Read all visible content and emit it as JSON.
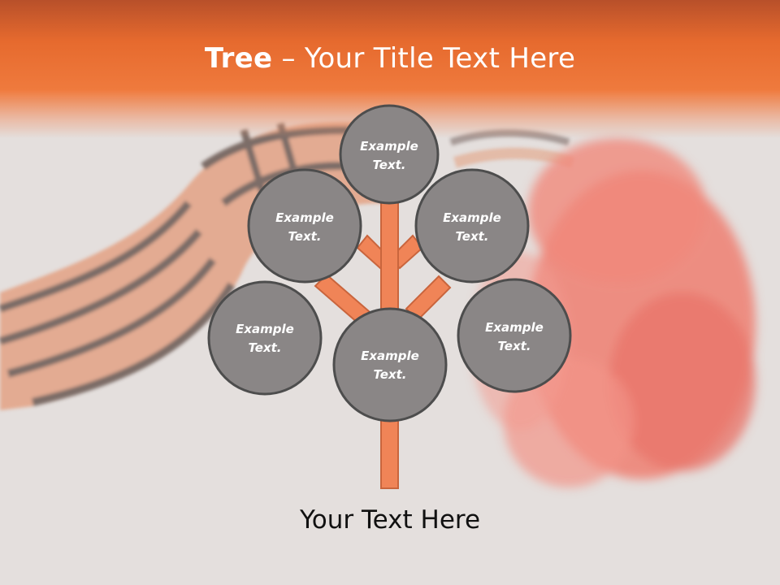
{
  "slide": {
    "title_bold": "Tree",
    "title_dash": " – ",
    "title_rest": "Your Title Text Here",
    "caption": "Your Text Here"
  },
  "nodes": [
    {
      "id": "top",
      "line1": "Example",
      "line2": "Text."
    },
    {
      "id": "upper-left",
      "line1": "Example",
      "line2": "Text."
    },
    {
      "id": "upper-right",
      "line1": "Example",
      "line2": "Text."
    },
    {
      "id": "lower-left",
      "line1": "Example",
      "line2": "Text."
    },
    {
      "id": "center",
      "line1": "Example",
      "line2": "Text."
    },
    {
      "id": "lower-right",
      "line1": "Example",
      "line2": "Text."
    }
  ],
  "colors": {
    "header": "#ee7535",
    "branch_fill": "#f08457",
    "branch_stroke": "#c9653d",
    "bubble_fill": "#8a8686",
    "bubble_stroke": "#4d4d4d"
  },
  "background": {
    "image": "ribbon-and-carnation-photo"
  }
}
